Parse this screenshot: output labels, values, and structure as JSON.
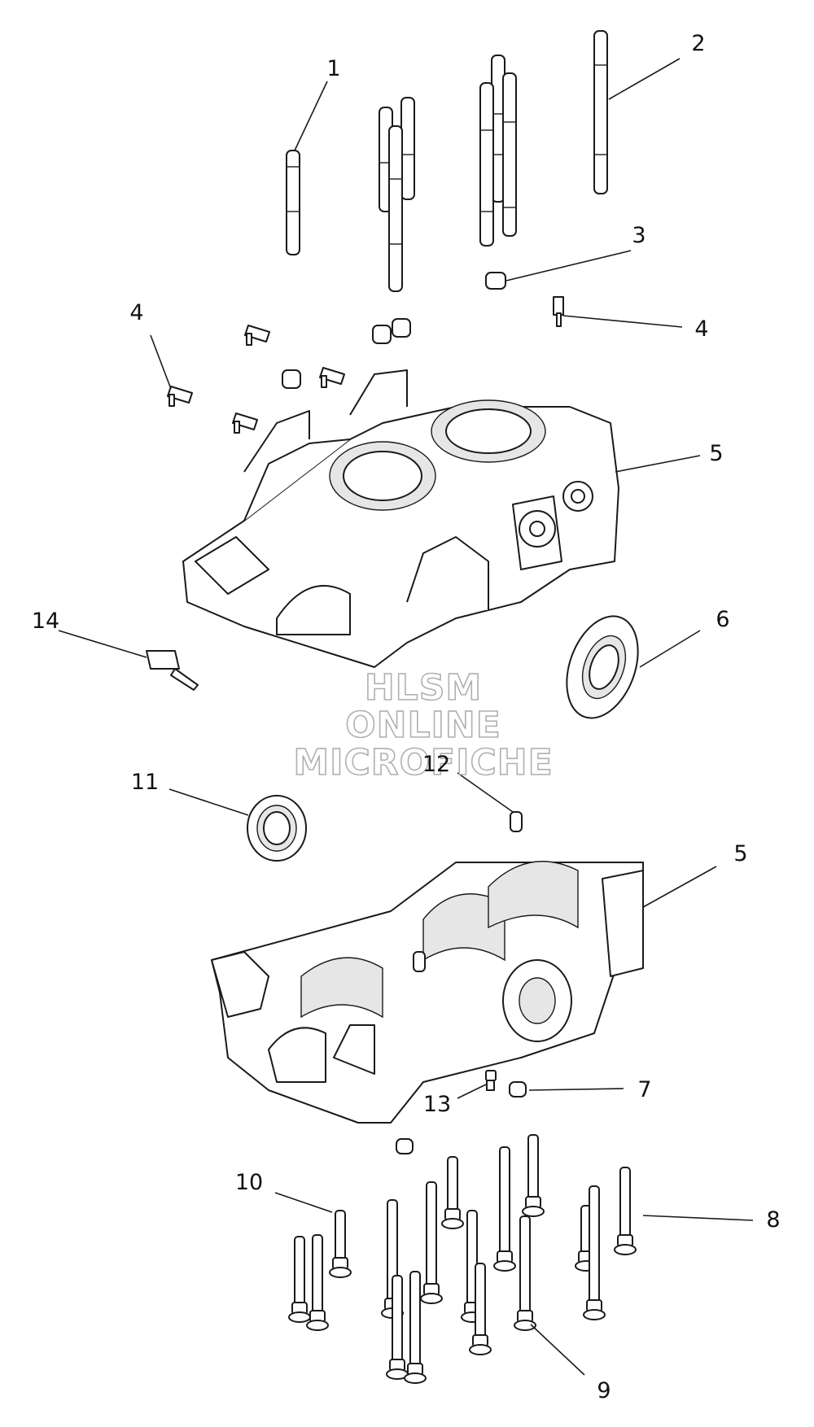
{
  "watermark": {
    "line1": "HLSM",
    "line2": "ONLINE",
    "line3": "MICROFICHE"
  },
  "callouts": [
    {
      "id": "c1",
      "text": "1"
    },
    {
      "id": "c2",
      "text": "2"
    },
    {
      "id": "c3",
      "text": "3"
    },
    {
      "id": "c4a",
      "text": "4"
    },
    {
      "id": "c4b",
      "text": "4"
    },
    {
      "id": "c5a",
      "text": "5"
    },
    {
      "id": "c5b",
      "text": "5"
    },
    {
      "id": "c6",
      "text": "6"
    },
    {
      "id": "c7",
      "text": "7"
    },
    {
      "id": "c8",
      "text": "8"
    },
    {
      "id": "c9",
      "text": "9"
    },
    {
      "id": "c10",
      "text": "10"
    },
    {
      "id": "c11",
      "text": "11"
    },
    {
      "id": "c12",
      "text": "12"
    },
    {
      "id": "c13",
      "text": "13"
    },
    {
      "id": "c14",
      "text": "14"
    }
  ]
}
